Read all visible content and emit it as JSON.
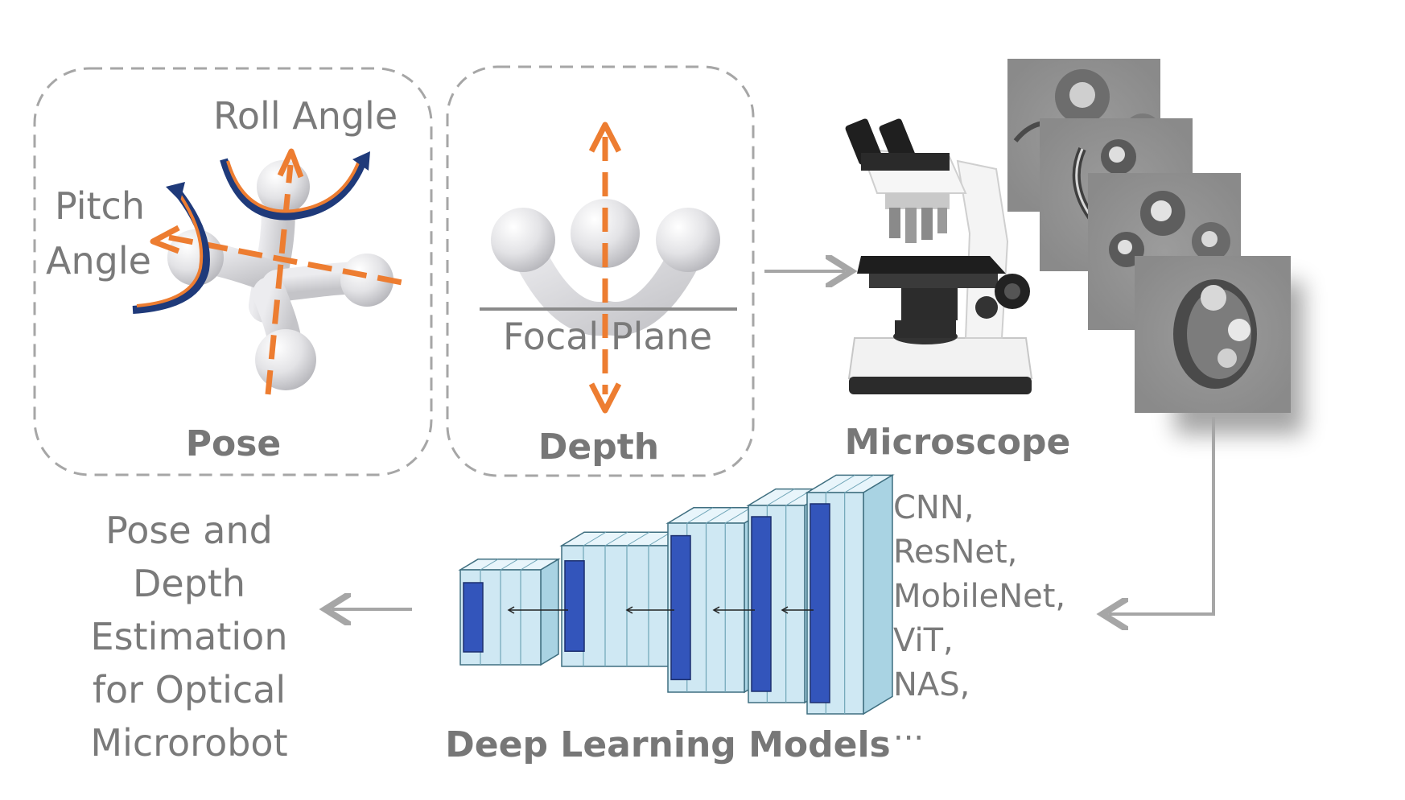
{
  "pose_panel": {
    "roll_label": "Roll Angle",
    "pitch_label_line1": "Pitch",
    "pitch_label_line2": "Angle",
    "title": "Pose"
  },
  "depth_panel": {
    "plane_label": "Focal Plane",
    "title": "Depth"
  },
  "microscope": {
    "title": "Microscope"
  },
  "dl_models": {
    "title": "Deep Learning Models",
    "models": [
      "CNN,",
      "ResNet,",
      "MobileNet,",
      "ViT,",
      "NAS,",
      "..."
    ]
  },
  "output": {
    "lines": [
      "Pose and",
      "Depth",
      "Estimation",
      "for Optical",
      "Microrobot"
    ]
  },
  "colors": {
    "orange": "#ed7d31",
    "navy": "#1f3a7a",
    "gray_text": "#7a7a7a",
    "dash_border": "#a6a6a6",
    "cnn_face": "#cfe8f3",
    "cnn_dark": "#3355bb"
  }
}
